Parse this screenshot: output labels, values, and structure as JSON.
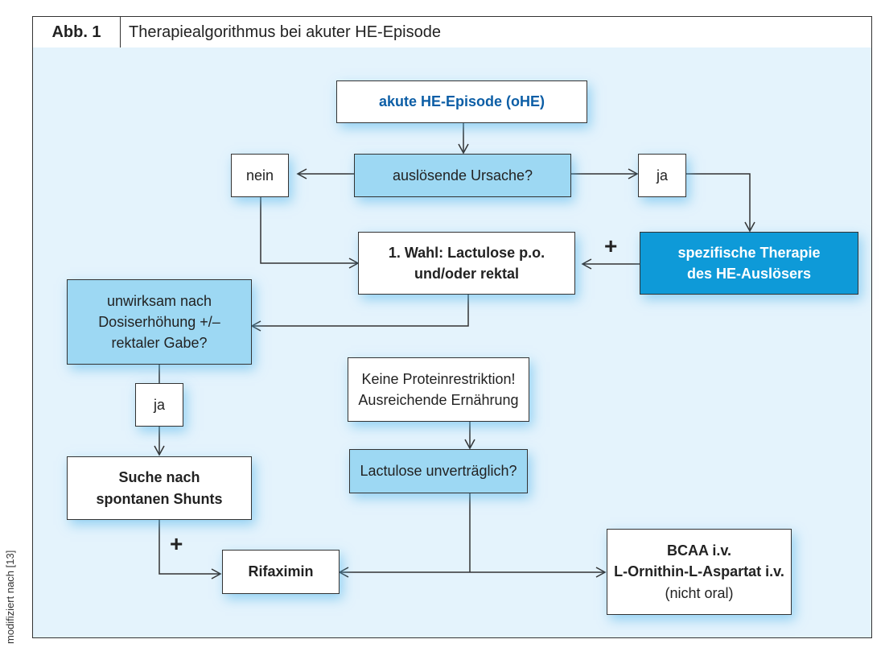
{
  "header": {
    "label": "Abb. 1",
    "title": "Therapiealgorithmus bei akuter HE-Episode"
  },
  "nodes": {
    "start": "akute HE-Episode (oHE)",
    "cause_question": "auslösende Ursache?",
    "no": "nein",
    "yes1": "ja",
    "first_choice_l1": "1. Wahl: Lactulose p.o.",
    "first_choice_l2": "und/oder rektal",
    "specific_l1": "spezifische Therapie",
    "specific_l2": "des HE-Auslösers",
    "ineffective_l1": "unwirksam nach",
    "ineffective_l2": "Dosiserhöhung +/–",
    "ineffective_l3": "rektaler Gabe?",
    "yes2": "ja",
    "shunts_l1": "Suche nach",
    "shunts_l2": "spontanen Shunts",
    "nutrition_l1": "Keine Proteinrestriktion!",
    "nutrition_l2": "Ausreichende Ernährung",
    "intolerant": "Lactulose unverträglich?",
    "rifaximin": "Rifaximin",
    "bcaa_l1": "BCAA i.v.",
    "bcaa_l2": "L-Ornithin-L-Aspartat i.v.",
    "bcaa_l3": "(nicht oral)"
  },
  "plus_sign": "+",
  "side_note": "modifiziert nach [13]",
  "colors": {
    "panel_bg": "#e4f3fc",
    "question_fill": "#9dd8f3",
    "highlight_fill": "#0e9ad8",
    "title_blue": "#0c5ea6"
  }
}
